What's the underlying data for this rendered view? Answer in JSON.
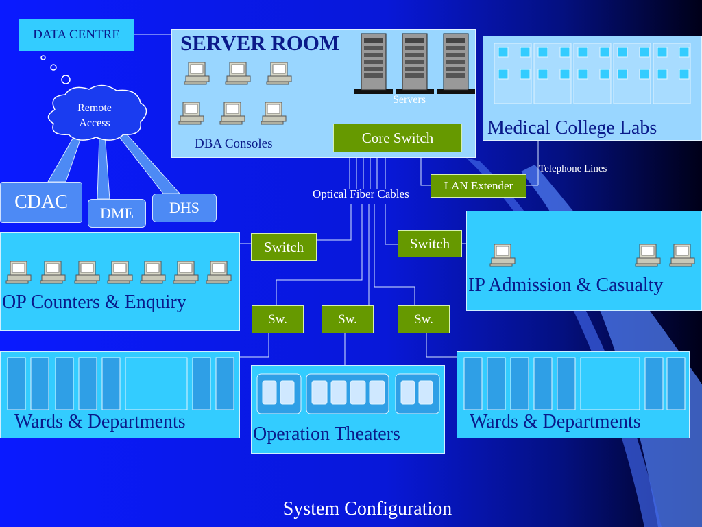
{
  "data_centre": "DATA CENTRE",
  "server_room": {
    "title": "SERVER ROOM",
    "servers_label": "Servers",
    "dba_label": "DBA Consoles"
  },
  "core_switch": "Core Switch",
  "remote_access": "Remote Access",
  "remote_sites": {
    "cdac": "CDAC",
    "dme": "DME",
    "dhs": "DHS"
  },
  "medical_labs": "Medical College Labs",
  "telephone_lines": "Telephone Lines",
  "lan_extender": "LAN Extender",
  "optical_fiber": "Optical Fiber Cables",
  "switch_left": "Switch",
  "switch_right": "Switch",
  "op_counters": "OP Counters & Enquiry",
  "ip_admission": "IP Admission & Casualty",
  "sw_labels": [
    "Sw.",
    "Sw.",
    "Sw."
  ],
  "wards_left": "Wards & Departments",
  "wards_right": "Wards & Departments",
  "operation_theaters": "Operation Theaters",
  "slide_title": "System Configuration",
  "colors": {
    "panel": "#33ccff",
    "switch": "#669900",
    "title_navy": "#0a1a8a"
  }
}
